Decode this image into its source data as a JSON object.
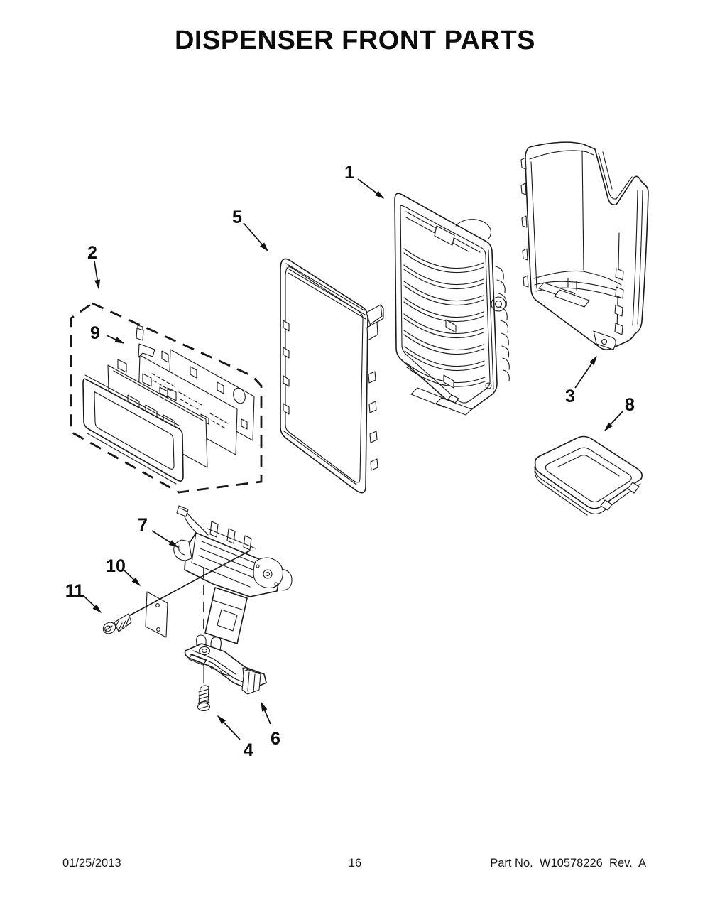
{
  "title": "DISPENSER FRONT PARTS",
  "callouts": {
    "c1": "1",
    "c2": "2",
    "c3": "3",
    "c4": "4",
    "c5": "5",
    "c6": "6",
    "c7": "7",
    "c8": "8",
    "c9": "9",
    "c10": "10",
    "c11": "11"
  },
  "footer": {
    "date": "01/25/2013",
    "page": "16",
    "part_info": "Part No.  W10578226  Rev.  A"
  }
}
